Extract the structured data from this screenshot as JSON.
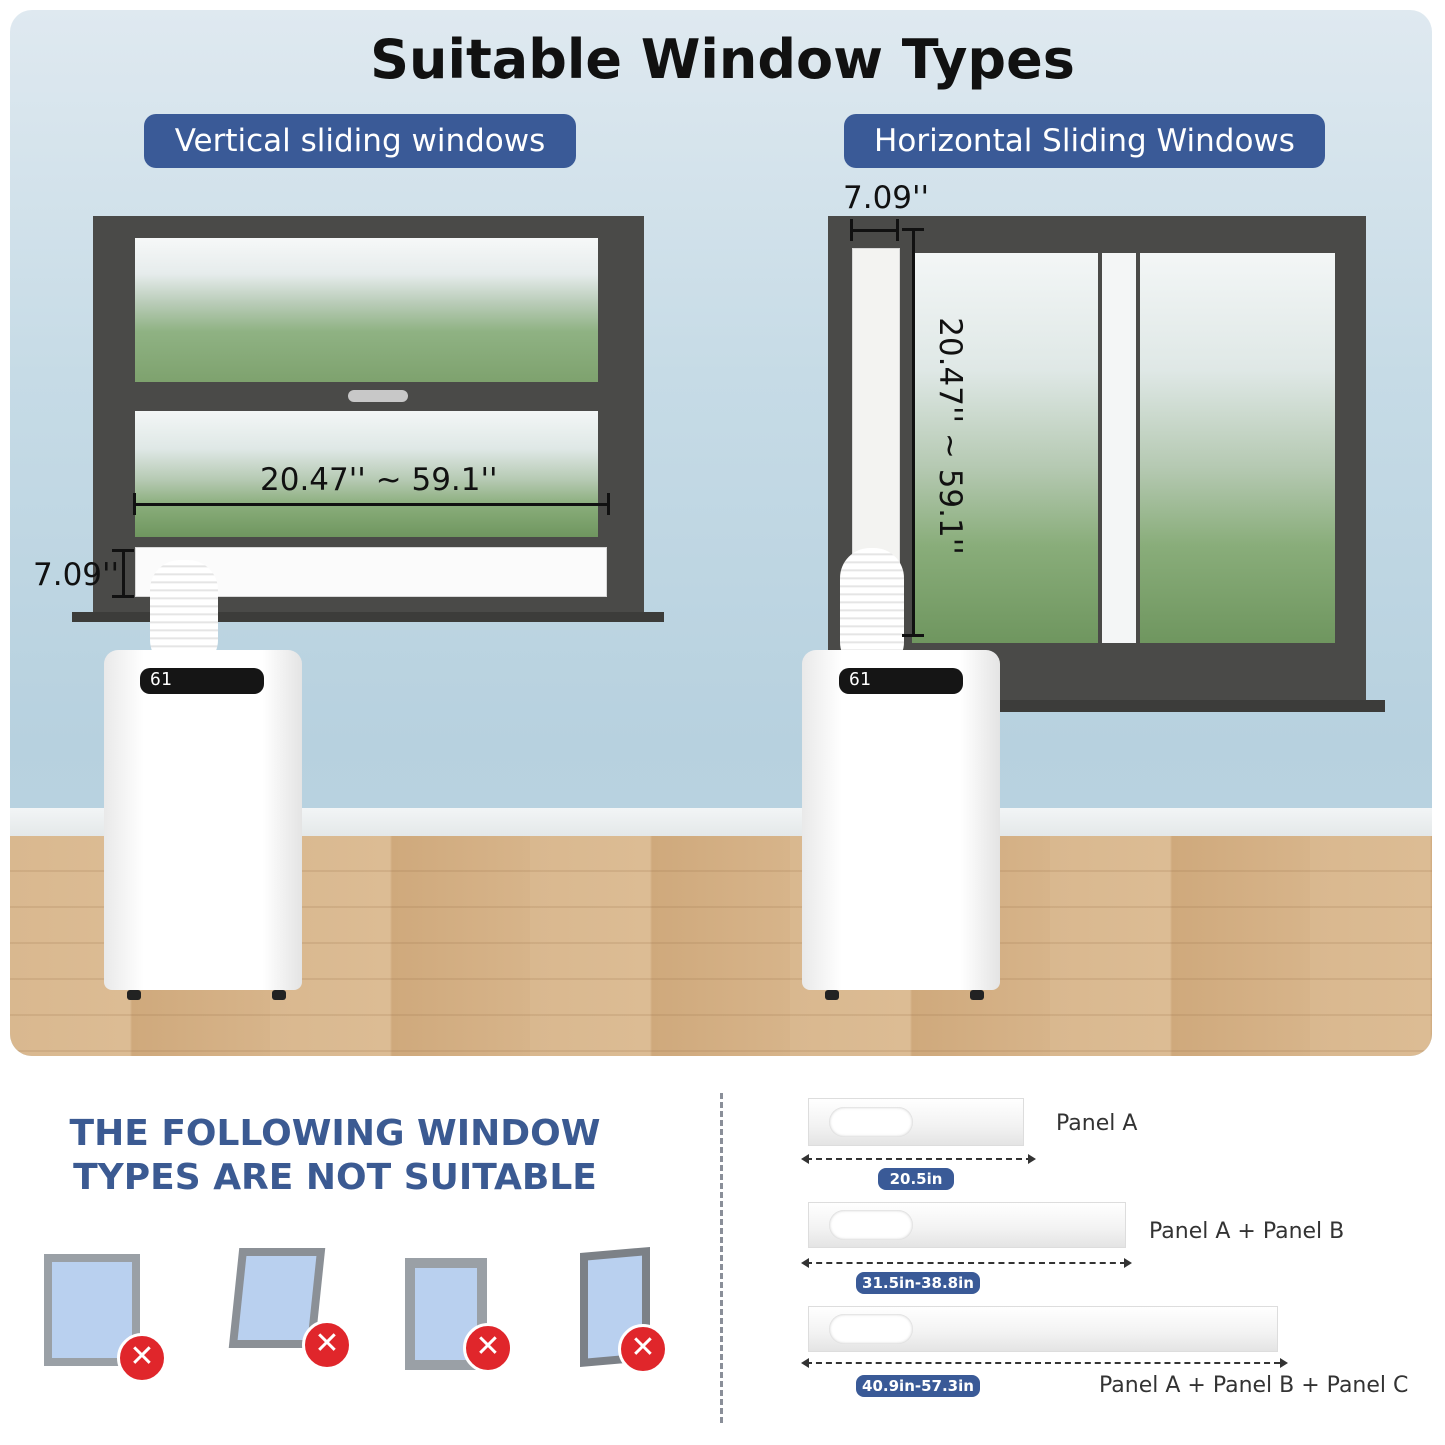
{
  "title": "Suitable Window Types",
  "vertical": {
    "label": "Vertical sliding windows",
    "width_range": "20.47'' ~ 59.1''",
    "height": "7.09''"
  },
  "horizontal": {
    "label": "Horizontal Sliding Windows",
    "width": "7.09''",
    "height_range": "20.47'' ~ 59.1''"
  },
  "ac_unit": {
    "display": "61"
  },
  "not_suitable": {
    "title_line1": "THE FOLLOWING WINDOW",
    "title_line2": "TYPES ARE NOT SUITABLE",
    "items": [
      {
        "icon": "top-hung-window-icon"
      },
      {
        "icon": "awning-window-icon"
      },
      {
        "icon": "casement-window-icon"
      },
      {
        "icon": "tilt-window-icon"
      }
    ]
  },
  "panels": [
    {
      "label": "Panel A",
      "dimension": "20.5in"
    },
    {
      "label": "Panel A + Panel B",
      "dimension": "31.5in-38.8in"
    },
    {
      "label": "Panel A + Panel B + Panel C",
      "dimension": "40.9in-57.3in"
    }
  ],
  "colors": {
    "accent": "#3a5a97",
    "reject": "#e0262b",
    "frame": "#4a4a48"
  }
}
